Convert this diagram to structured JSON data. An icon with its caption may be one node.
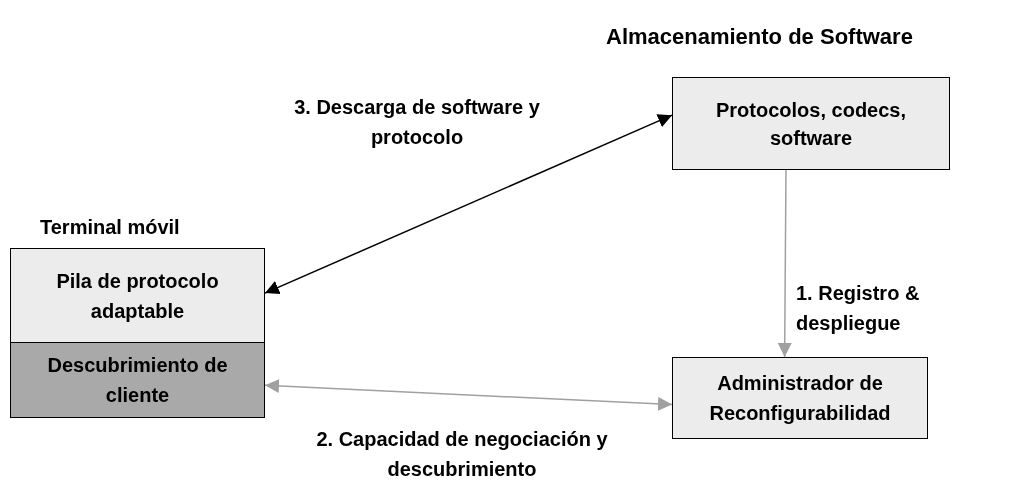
{
  "diagram": {
    "nodes": [
      {
        "text": [
          "Terminal móvil"
        ]
      },
      {
        "text": [
          "Pila de protocolo adaptable"
        ],
        "in": 0
      },
      {
        "text": [
          "Descubrimiento de cliente"
        ],
        "in": 0
      },
      {
        "text": [
          "Almacenamiento de Software",
          "Protocolos, codecs, software"
        ]
      },
      {
        "text": [
          "Administrador de Reconfigurabilidad"
        ]
      }
    ],
    "edges": [
      {
        "from": 3,
        "to": 1,
        "arrow": "both",
        "label": "3. Descarga de software y protocolo",
        "color": "#000000"
      },
      {
        "from": 3,
        "to": 4,
        "arrow": "to",
        "label": "1. Registro & despliegue",
        "color": "#a0a0a0"
      },
      {
        "from": 4,
        "to": 2,
        "arrow": "both",
        "label": "2. Capacidad de negociación y descubrimiento",
        "color": "#a0a0a0"
      }
    ]
  }
}
